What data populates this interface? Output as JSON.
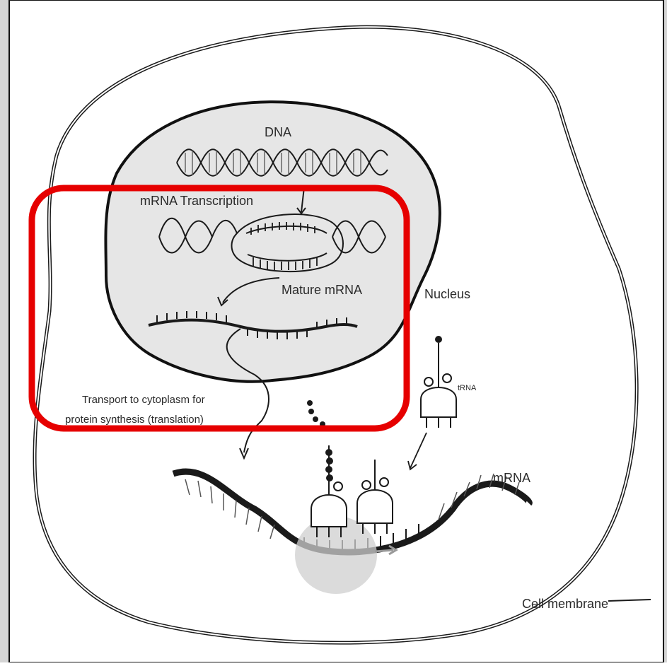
{
  "diagram": {
    "labels": {
      "dna": "DNA",
      "transcription": "mRNA Transcription",
      "mature_mrna": "Mature mRNA",
      "nucleus": "Nucleus",
      "transport_line1": "Transport to cytoplasm for",
      "transport_line2": "protein synthesis (translation)",
      "trna": "tRNA",
      "mrna": "mRNA",
      "cell_membrane": "Cell membrane"
    },
    "colors": {
      "frame_border": "#111111",
      "outer_margin": "#d4d4d4",
      "nucleus_fill": "#e6e6e6",
      "ink": "#1a1a1a",
      "ribosome_fill": "#cfcfcf",
      "highlight": "#e60000"
    },
    "highlight_box": {
      "shape": "rounded-rectangle",
      "encloses": [
        "transcription",
        "mature_mrna",
        "transport"
      ]
    }
  }
}
